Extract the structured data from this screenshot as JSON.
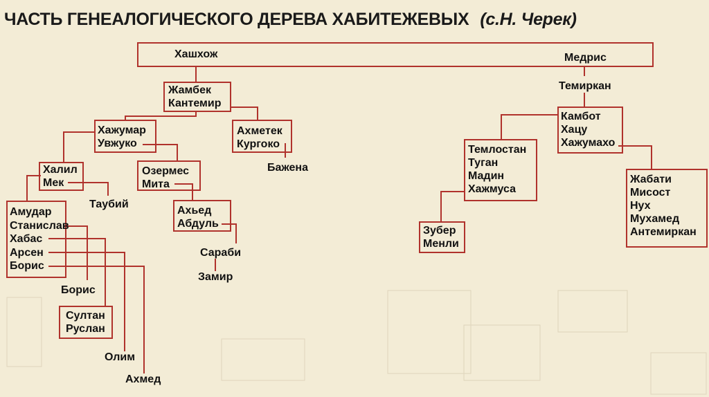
{
  "title": "ЧАСТЬ ГЕНЕАЛОГИЧЕСКОГО ДЕРЕВА ХАБИТЕЖЕВЫХ",
  "author": "(с.Н. Черек)",
  "nodes": {
    "root_left": "Хашхож",
    "root_right": "Медрис",
    "jambek": [
      "Жамбек",
      "Кантемир"
    ],
    "hajumar": [
      "Хажумар",
      "Увжуко"
    ],
    "ahmetek": [
      "Ахметек",
      "Кургоко"
    ],
    "bazhena": "Бажена",
    "halil": [
      "Халил",
      "Мек"
    ],
    "ozermes": [
      "Озермес",
      "Мита"
    ],
    "taubiy": "Таубий",
    "ahed": [
      "Ахьед",
      "Абдуль"
    ],
    "amudar": [
      "Амудар",
      "Станислав",
      "Хабас",
      "Арсен",
      "Борис"
    ],
    "sarabi": "Сараби",
    "zamir": "Замир",
    "boris2": "Борис",
    "sultan": [
      "Султан",
      "Руслан"
    ],
    "olim": "Олим",
    "ahmed": "Ахмед",
    "temirkan": "Темиркан",
    "kambot": [
      "Камбот",
      "Хацу",
      "Хажумахо"
    ],
    "temlostan": [
      "Темлостан",
      "Туган",
      "Мадин",
      "Хажмуса"
    ],
    "zuber": [
      "Зубер",
      "Менли"
    ],
    "jabati": [
      "Жабати",
      "Мисост",
      "Нух",
      "Мухамед",
      "Антемиркан"
    ]
  }
}
